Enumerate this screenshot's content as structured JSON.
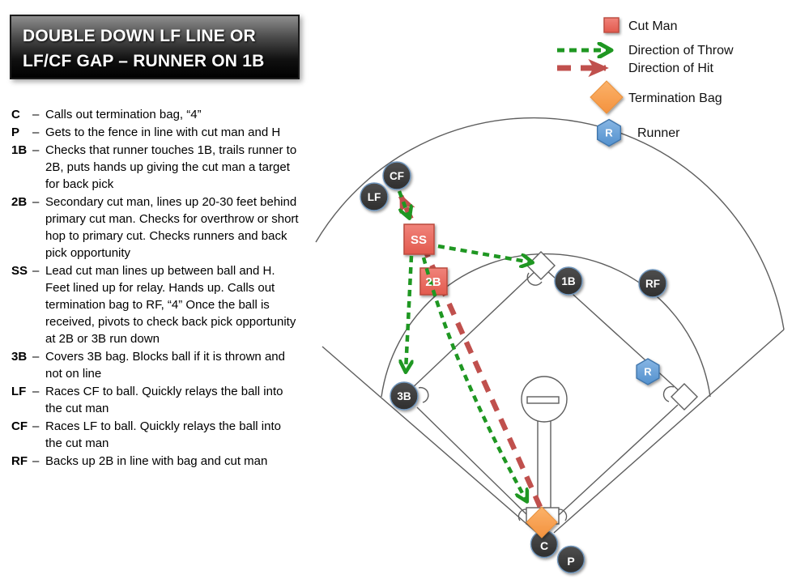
{
  "title": {
    "line1": "DOUBLE DOWN LF LINE OR",
    "line2": "LF/CF GAP – RUNNER ON 1B"
  },
  "separator": "–",
  "instructions": [
    {
      "pos": "C",
      "text": "Calls out termination bag, “4”"
    },
    {
      "pos": "P",
      "text": "Gets to the fence in line with cut man and H"
    },
    {
      "pos": "1B",
      "text": "Checks that runner touches 1B, trails runner to 2B, puts hands up giving the cut man a target for back pick"
    },
    {
      "pos": "2B",
      "text": "Secondary cut man, lines up 20-30 feet behind primary cut man.  Checks for overthrow or short hop to primary cut.  Checks runners and back pick opportunity"
    },
    {
      "pos": "SS",
      "text": "Lead cut man lines up between ball and H.  Feet lined up for relay.  Hands up.  Calls out termination bag to RF, “4”  Once the ball is received, pivots to check back pick opportunity at 2B or 3B run down"
    },
    {
      "pos": "3B",
      "text": "Covers 3B bag.  Blocks ball if it is thrown and not on line"
    },
    {
      "pos": "LF",
      "text": "Races CF to ball.  Quickly relays the ball into the cut man"
    },
    {
      "pos": "CF",
      "text": "Races LF to ball.  Quickly relays the ball into the cut man"
    },
    {
      "pos": "RF",
      "text": "Backs up 2B in line with bag and cut man"
    }
  ],
  "legend": {
    "cut_man": "Cut Man",
    "direction_of_throw": "Direction of Throw",
    "direction_of_hit": "Direction of Hit",
    "termination_bag": "Termination Bag",
    "runner": "Runner",
    "runner_badge": "R"
  },
  "field": {
    "markers": {
      "cf": "CF",
      "lf": "LF",
      "ss": "SS",
      "second_base": "2B",
      "first_base": "1B",
      "rf": "RF",
      "third_base": "3B",
      "catcher": "C",
      "pitcher": "P",
      "runner": "R"
    }
  },
  "colors": {
    "cut_man_red": "#e8695d",
    "throw_green": "#1f9722",
    "hit_red": "#c0504d",
    "bag_orange": "#f8a04e",
    "runner_blue": "#5b9bd5",
    "marker_dark": "#3b3b3b",
    "title_text": "#ffffff"
  }
}
